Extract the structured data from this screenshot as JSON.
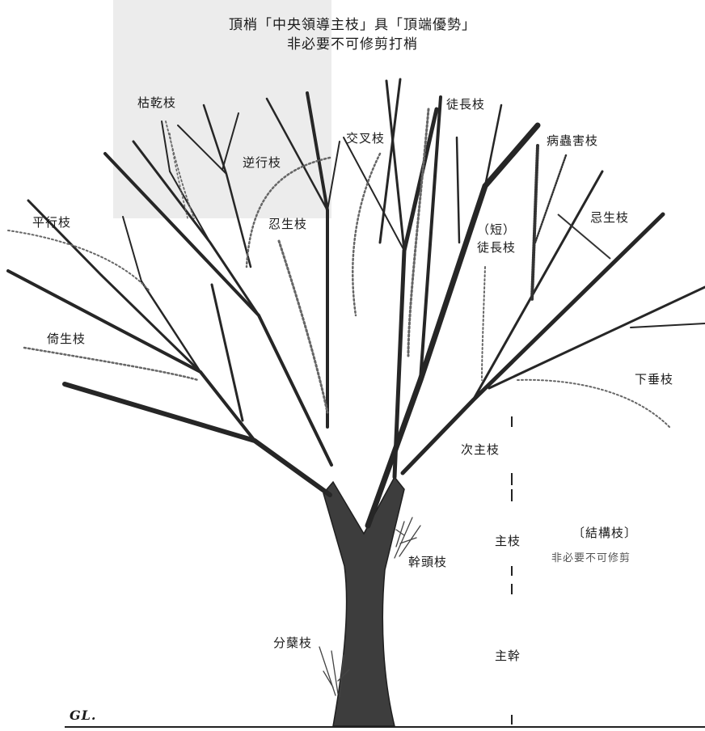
{
  "title": {
    "line1": "頂梢「中央領導主枝」具「頂端優勢」",
    "line2": "非必要不可修剪打梢"
  },
  "labels": {
    "dead_branch": "枯乾枝",
    "reverse_branch": "逆行枝",
    "crossing_branch": "交叉枝",
    "water_sprout": "徒長枝",
    "pest_branch": "病蟲害枝",
    "parallel_branch": "平行枝",
    "inward_branch": "忍生枝",
    "short_water_sprout_line1": "（短）",
    "short_water_sprout_line2": "徒長枝",
    "rubbing_branch": "忌生枝",
    "oblique_branch": "倚生枝",
    "drooping_branch": "下垂枝",
    "secondary_scaffold": "次主枝",
    "scaffold": "主枝",
    "structural_branch": "〔結構枝〕",
    "structural_note": "非必要不可修剪",
    "trunk_sprout": "幹頭枝",
    "root_sucker": "分蘖枝",
    "trunk": "主幹",
    "ground_line": "GL."
  }
}
